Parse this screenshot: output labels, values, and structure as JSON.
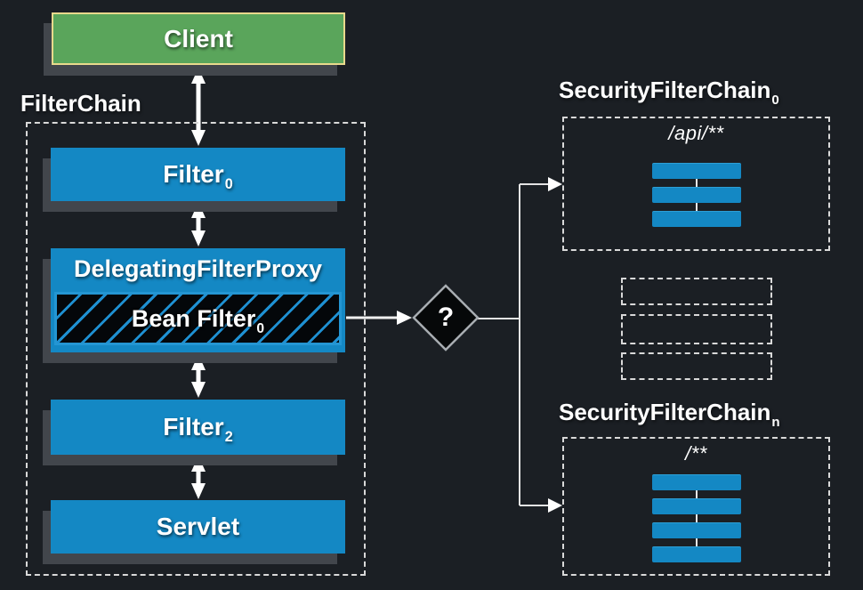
{
  "palette": {
    "background": "#1b1f24",
    "box_blue": "#1488c4",
    "client_green": "#5aa55b",
    "client_border": "#e8d98c",
    "shadow_gray": "#42464c",
    "dashed_border": "#d9d9d9",
    "stripe_blue": "#1e90d2",
    "text": "#ffffff"
  },
  "client": {
    "label": "Client"
  },
  "filter_chain": {
    "title": "FilterChain",
    "filter0": {
      "name": "Filter",
      "subscript": "0"
    },
    "delegating_filter_proxy": {
      "title": "DelegatingFilterProxy"
    },
    "bean_filter": {
      "name": "Bean Filter",
      "subscript": "0"
    },
    "filter2": {
      "name": "Filter",
      "subscript": "2"
    },
    "servlet": {
      "label": "Servlet"
    }
  },
  "decision": {
    "label": "?"
  },
  "security_filter_chain_0": {
    "title": "SecurityFilterChain",
    "subscript": "0",
    "url_pattern": "/api/**",
    "filter_bar_count": 3
  },
  "placeholder_chains": {
    "count": 3
  },
  "security_filter_chain_n": {
    "title": "SecurityFilterChain",
    "subscript": "n",
    "url_pattern": "/**",
    "filter_bar_count": 4
  }
}
